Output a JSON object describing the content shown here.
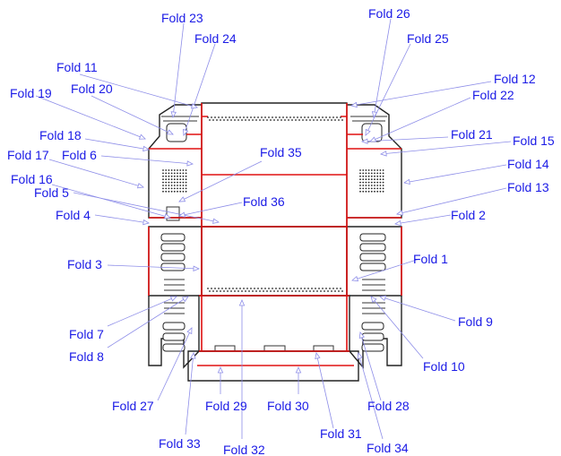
{
  "diagram": {
    "labels": {
      "f1": "Fold 1",
      "f2": "Fold 2",
      "f3": "Fold 3",
      "f4": "Fold 4",
      "f5": "Fold 5",
      "f6": "Fold 6",
      "f7": "Fold 7",
      "f8": "Fold 8",
      "f9": "Fold 9",
      "f10": "Fold 10",
      "f11": "Fold 11",
      "f12": "Fold 12",
      "f13": "Fold 13",
      "f14": "Fold 14",
      "f15": "Fold 15",
      "f16": "Fold 16",
      "f17": "Fold 17",
      "f18": "Fold 18",
      "f19": "Fold 19",
      "f20": "Fold 20",
      "f21": "Fold 21",
      "f22": "Fold 22",
      "f23": "Fold 23",
      "f24": "Fold 24",
      "f25": "Fold 25",
      "f26": "Fold 26",
      "f27": "Fold 27",
      "f28": "Fold 28",
      "f29": "Fold 29",
      "f30": "Fold 30",
      "f31": "Fold 31",
      "f32": "Fold 32",
      "f33": "Fold 33",
      "f34": "Fold 34",
      "f35": "Fold 35",
      "f36": "Fold 36"
    },
    "colors": {
      "label_text": "#1a1ae6",
      "leader_line": "#8d8de8",
      "fold_line": "#e01010",
      "cut_line": "#222222"
    }
  }
}
